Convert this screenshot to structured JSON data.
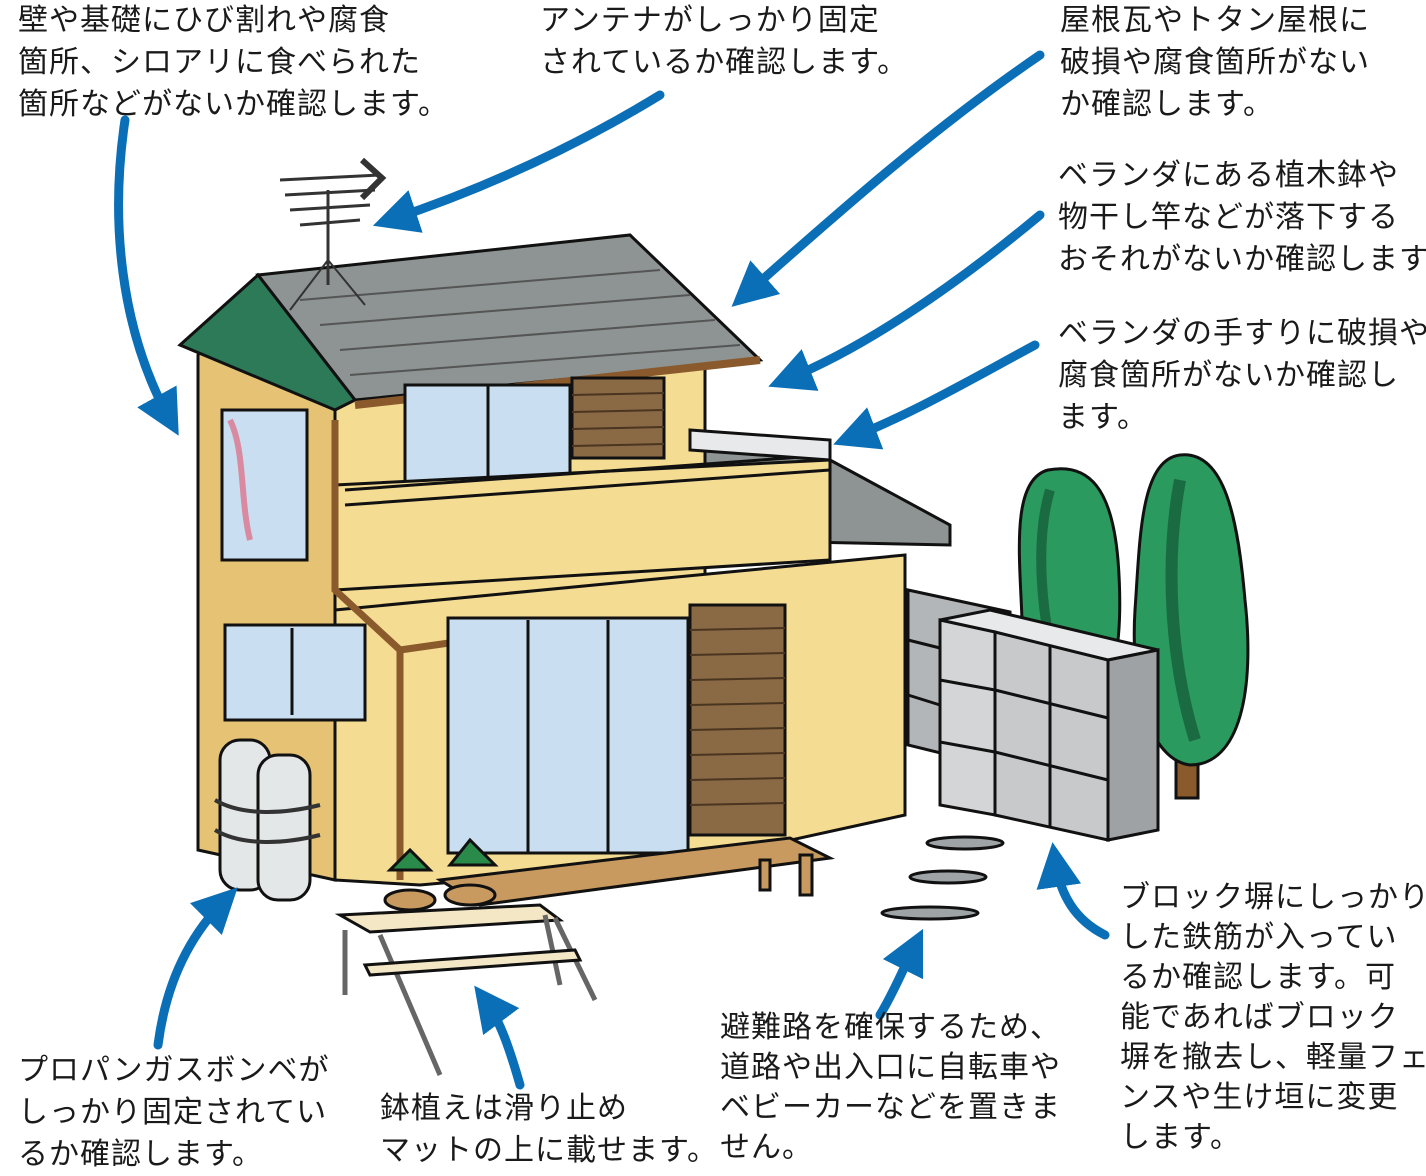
{
  "callouts": {
    "walls": {
      "lines": [
        "壁や基礎にひび割れや腐食",
        "箇所、シロアリに食べられた",
        "箇所などがないか確認します。"
      ]
    },
    "antenna": {
      "lines": [
        "アンテナがしっかり固定",
        "されているか確認します。"
      ]
    },
    "roof": {
      "lines": [
        "屋根瓦やトタン屋根に",
        "破損や腐食箇所がない",
        "か確認します。"
      ]
    },
    "veranda_items": {
      "lines": [
        "ベランダにある植木鉢や",
        "物干し竿などが落下する",
        "おそれがないか確認します。"
      ]
    },
    "veranda_rail": {
      "lines": [
        "ベランダの手すりに破損や",
        "腐食箇所がないか確認し",
        "ます。"
      ]
    },
    "block_wall": {
      "lines": [
        "ブロック塀にしっかり",
        "した鉄筋が入ってい",
        "るか確認します。可",
        "能であればブロック",
        "塀を撤去し、軽量フェ",
        "ンスや生け垣に変更",
        "します。"
      ]
    },
    "propane": {
      "lines": [
        "プロパンガスボンベが",
        "しっかり固定されてい",
        "るか確認します。"
      ]
    },
    "potted_plants": {
      "lines": [
        "鉢植えは滑り止め",
        "マットの上に載せます。"
      ]
    },
    "evacuation": {
      "lines": [
        "避難路を確保するため、",
        "道路や出入口に自転車や",
        "ベビーカーなどを置きま",
        "せん。"
      ]
    }
  },
  "colors": {
    "arrow": "#0a6fb7",
    "wall": "#f5dc93",
    "wall_shade": "#e6c374",
    "roof": "#8e9493",
    "glass": "#c9def0",
    "shutter": "#8a6a45",
    "tree": "#1f8a55",
    "block": "#c7c9cb"
  }
}
